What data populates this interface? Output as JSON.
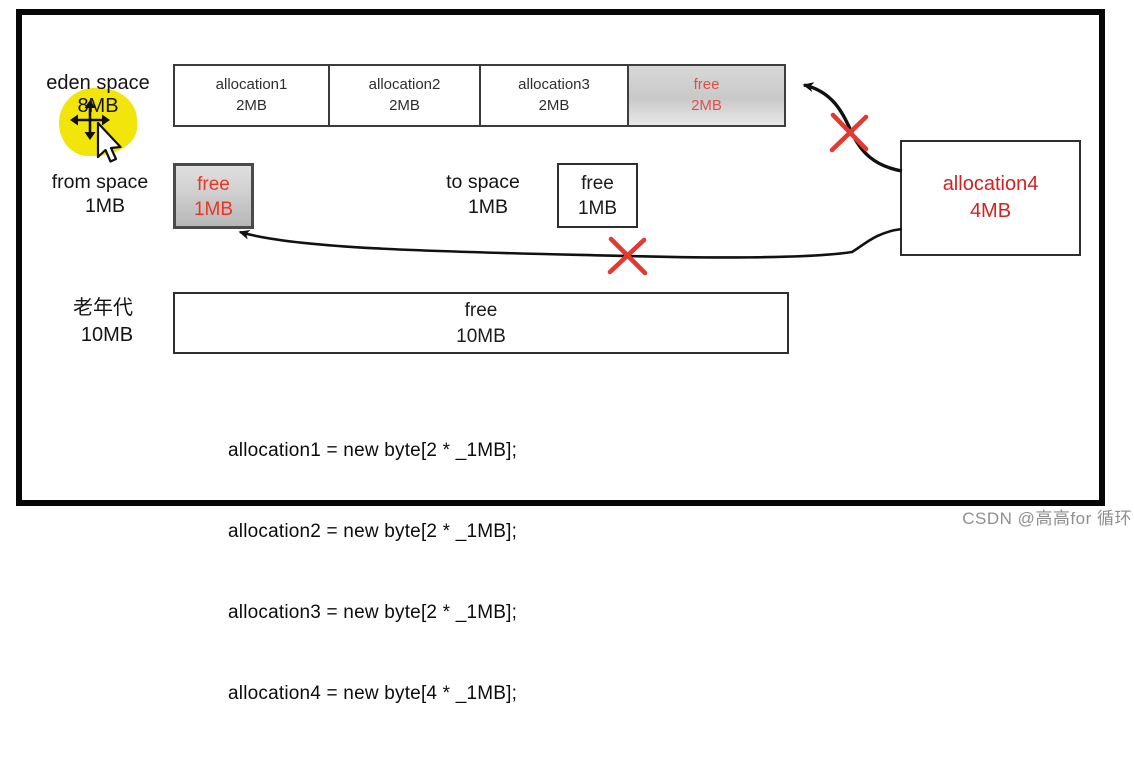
{
  "eden": {
    "label_line1": "eden space",
    "label_line2": "8MB",
    "cells": [
      {
        "name": "allocation1",
        "size": "2MB"
      },
      {
        "name": "allocation2",
        "size": "2MB"
      },
      {
        "name": "allocation3",
        "size": "2MB"
      },
      {
        "name": "free",
        "size": "2MB"
      }
    ]
  },
  "from_space": {
    "label_line1": "from space",
    "label_line2": "1MB",
    "cell_name": "free",
    "cell_size": "1MB"
  },
  "to_space": {
    "label_line1": "to space",
    "label_line2": "1MB",
    "cell_name": "free",
    "cell_size": "1MB"
  },
  "old_gen": {
    "label_line1": "老年代",
    "label_line2": "10MB",
    "cell_name": "free",
    "cell_size": "10MB"
  },
  "allocation4_box": {
    "name": "allocation4",
    "size": "4MB"
  },
  "code": {
    "lines": [
      "allocation1 = new byte[2 * _1MB];",
      "allocation2 = new byte[2 * _1MB];",
      "allocation3 = new byte[2 * _1MB];",
      "allocation4 = new byte[4 * _1MB];"
    ]
  },
  "watermark": "CSDN @高高for 循环",
  "icons": {
    "move_cursor": "move-cursor (4-way arrows)",
    "pointer_cursor": "arrow-pointer",
    "reject_x": "red-x-mark",
    "highlight": "yellow-highlighter-blob"
  },
  "colors": {
    "highlight_yellow": "#f2e50c",
    "reject_red": "#e23a31",
    "eden_free_text": "#e25045",
    "from_free_text": "#ee3420",
    "allocation4_text": "#d92020",
    "frame_black": "#070707",
    "free_box_gray": "#c9c9c9"
  }
}
